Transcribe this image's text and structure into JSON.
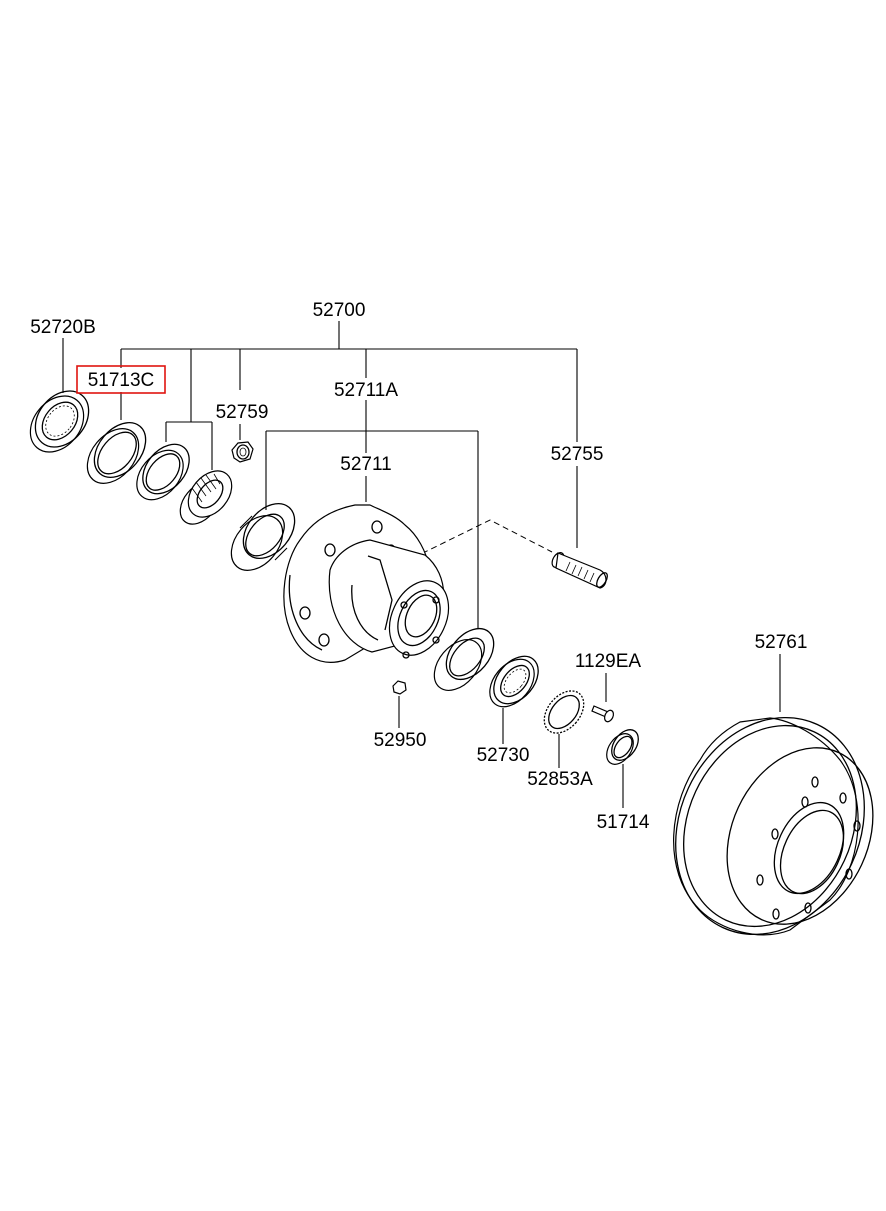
{
  "labels": {
    "p52700": "52700",
    "p52720b": "52720B",
    "p51713c": "51713C",
    "p52759": "52759",
    "p52711a": "52711A",
    "p52711": "52711",
    "p52755": "52755",
    "p1129ea": "1129EA",
    "p52761": "52761",
    "p52950": "52950",
    "p52730": "52730",
    "p52853a": "52853A",
    "p51714": "51714"
  },
  "highlight": {
    "part": "51713C",
    "color": "#e0140f"
  }
}
